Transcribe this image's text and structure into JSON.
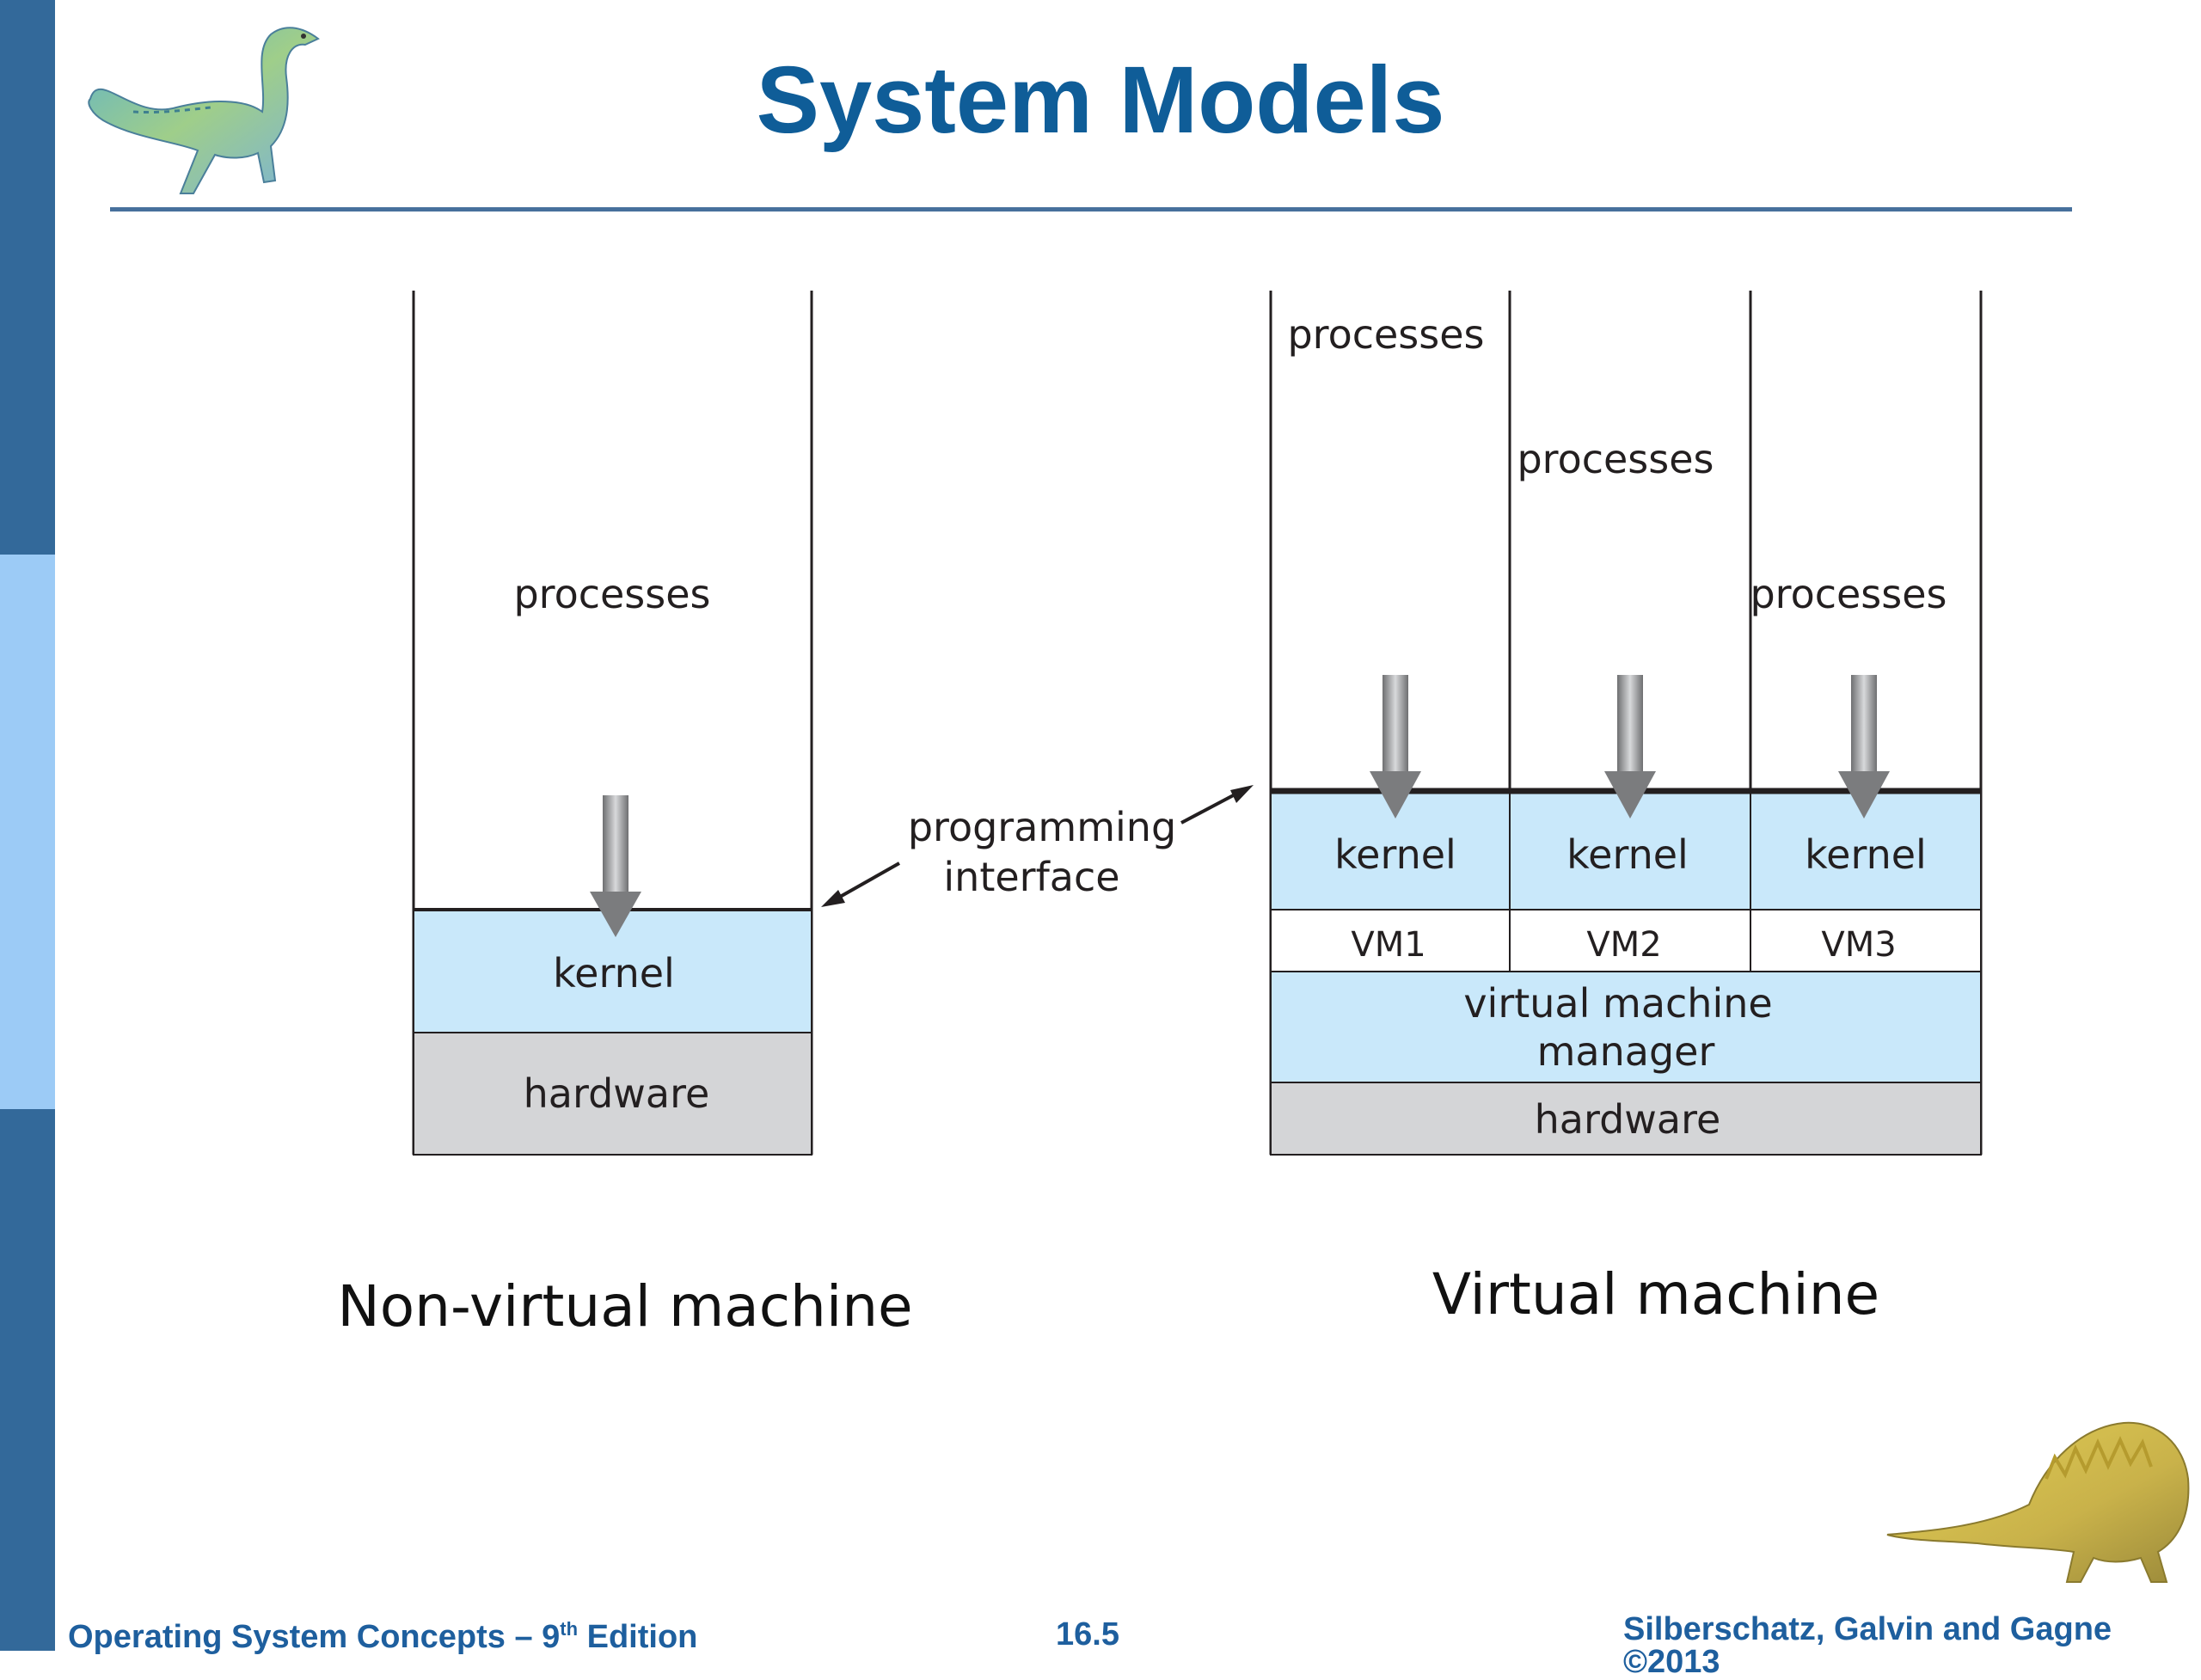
{
  "slide": {
    "title": "System Models"
  },
  "diagram": {
    "non_virtual": {
      "processes": "processes",
      "kernel": "kernel",
      "hardware": "hardware",
      "caption": "Non-virtual machine"
    },
    "programming_interface": [
      "programming",
      "interface"
    ],
    "virtual": {
      "processes": [
        "processes",
        "processes",
        "processes"
      ],
      "kernels": [
        "kernel",
        "kernel",
        "kernel"
      ],
      "vms": [
        "VM1",
        "VM2",
        "VM3"
      ],
      "vmm": [
        "virtual machine",
        "manager"
      ],
      "hardware": "hardware",
      "caption": "Virtual machine"
    },
    "colors": {
      "kernel_fill": "#c9e8fa",
      "hardware_fill": "#d4d5d7",
      "arrow_fill": "#8a8b8d"
    }
  },
  "footer": {
    "left_prefix": "Operating System Concepts – 9",
    "left_sup": "th",
    "left_suffix": " Edition",
    "center": "16.5",
    "right": "Silberschatz, Galvin and Gagne ©2013"
  },
  "icons": [
    "dinosaur-icon-top",
    "dinosaur-icon-bottom"
  ]
}
